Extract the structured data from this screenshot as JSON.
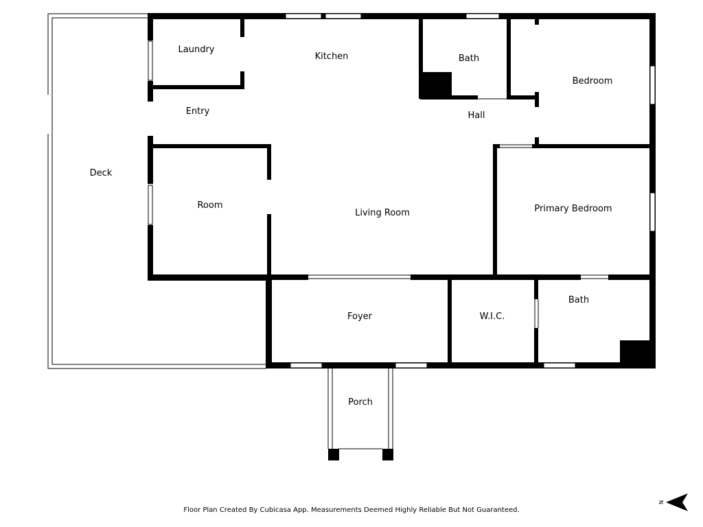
{
  "rooms": {
    "laundry": "Laundry",
    "kitchen": "Kitchen",
    "bath_upper": "Bath",
    "bedroom": "Bedroom",
    "entry": "Entry",
    "hall": "Hall",
    "deck": "Deck",
    "room": "Room",
    "living_room": "Living Room",
    "primary_bedroom": "Primary Bedroom",
    "foyer": "Foyer",
    "wic": "W.I.C.",
    "bath_lower": "Bath",
    "porch": "Porch"
  },
  "footer": {
    "note": "Floor Plan Created By Cubicasa App. Measurements Deemed Highly Reliable But Not Guaranteed."
  },
  "compass": {
    "label": "N",
    "icon": "north-arrow-icon"
  }
}
